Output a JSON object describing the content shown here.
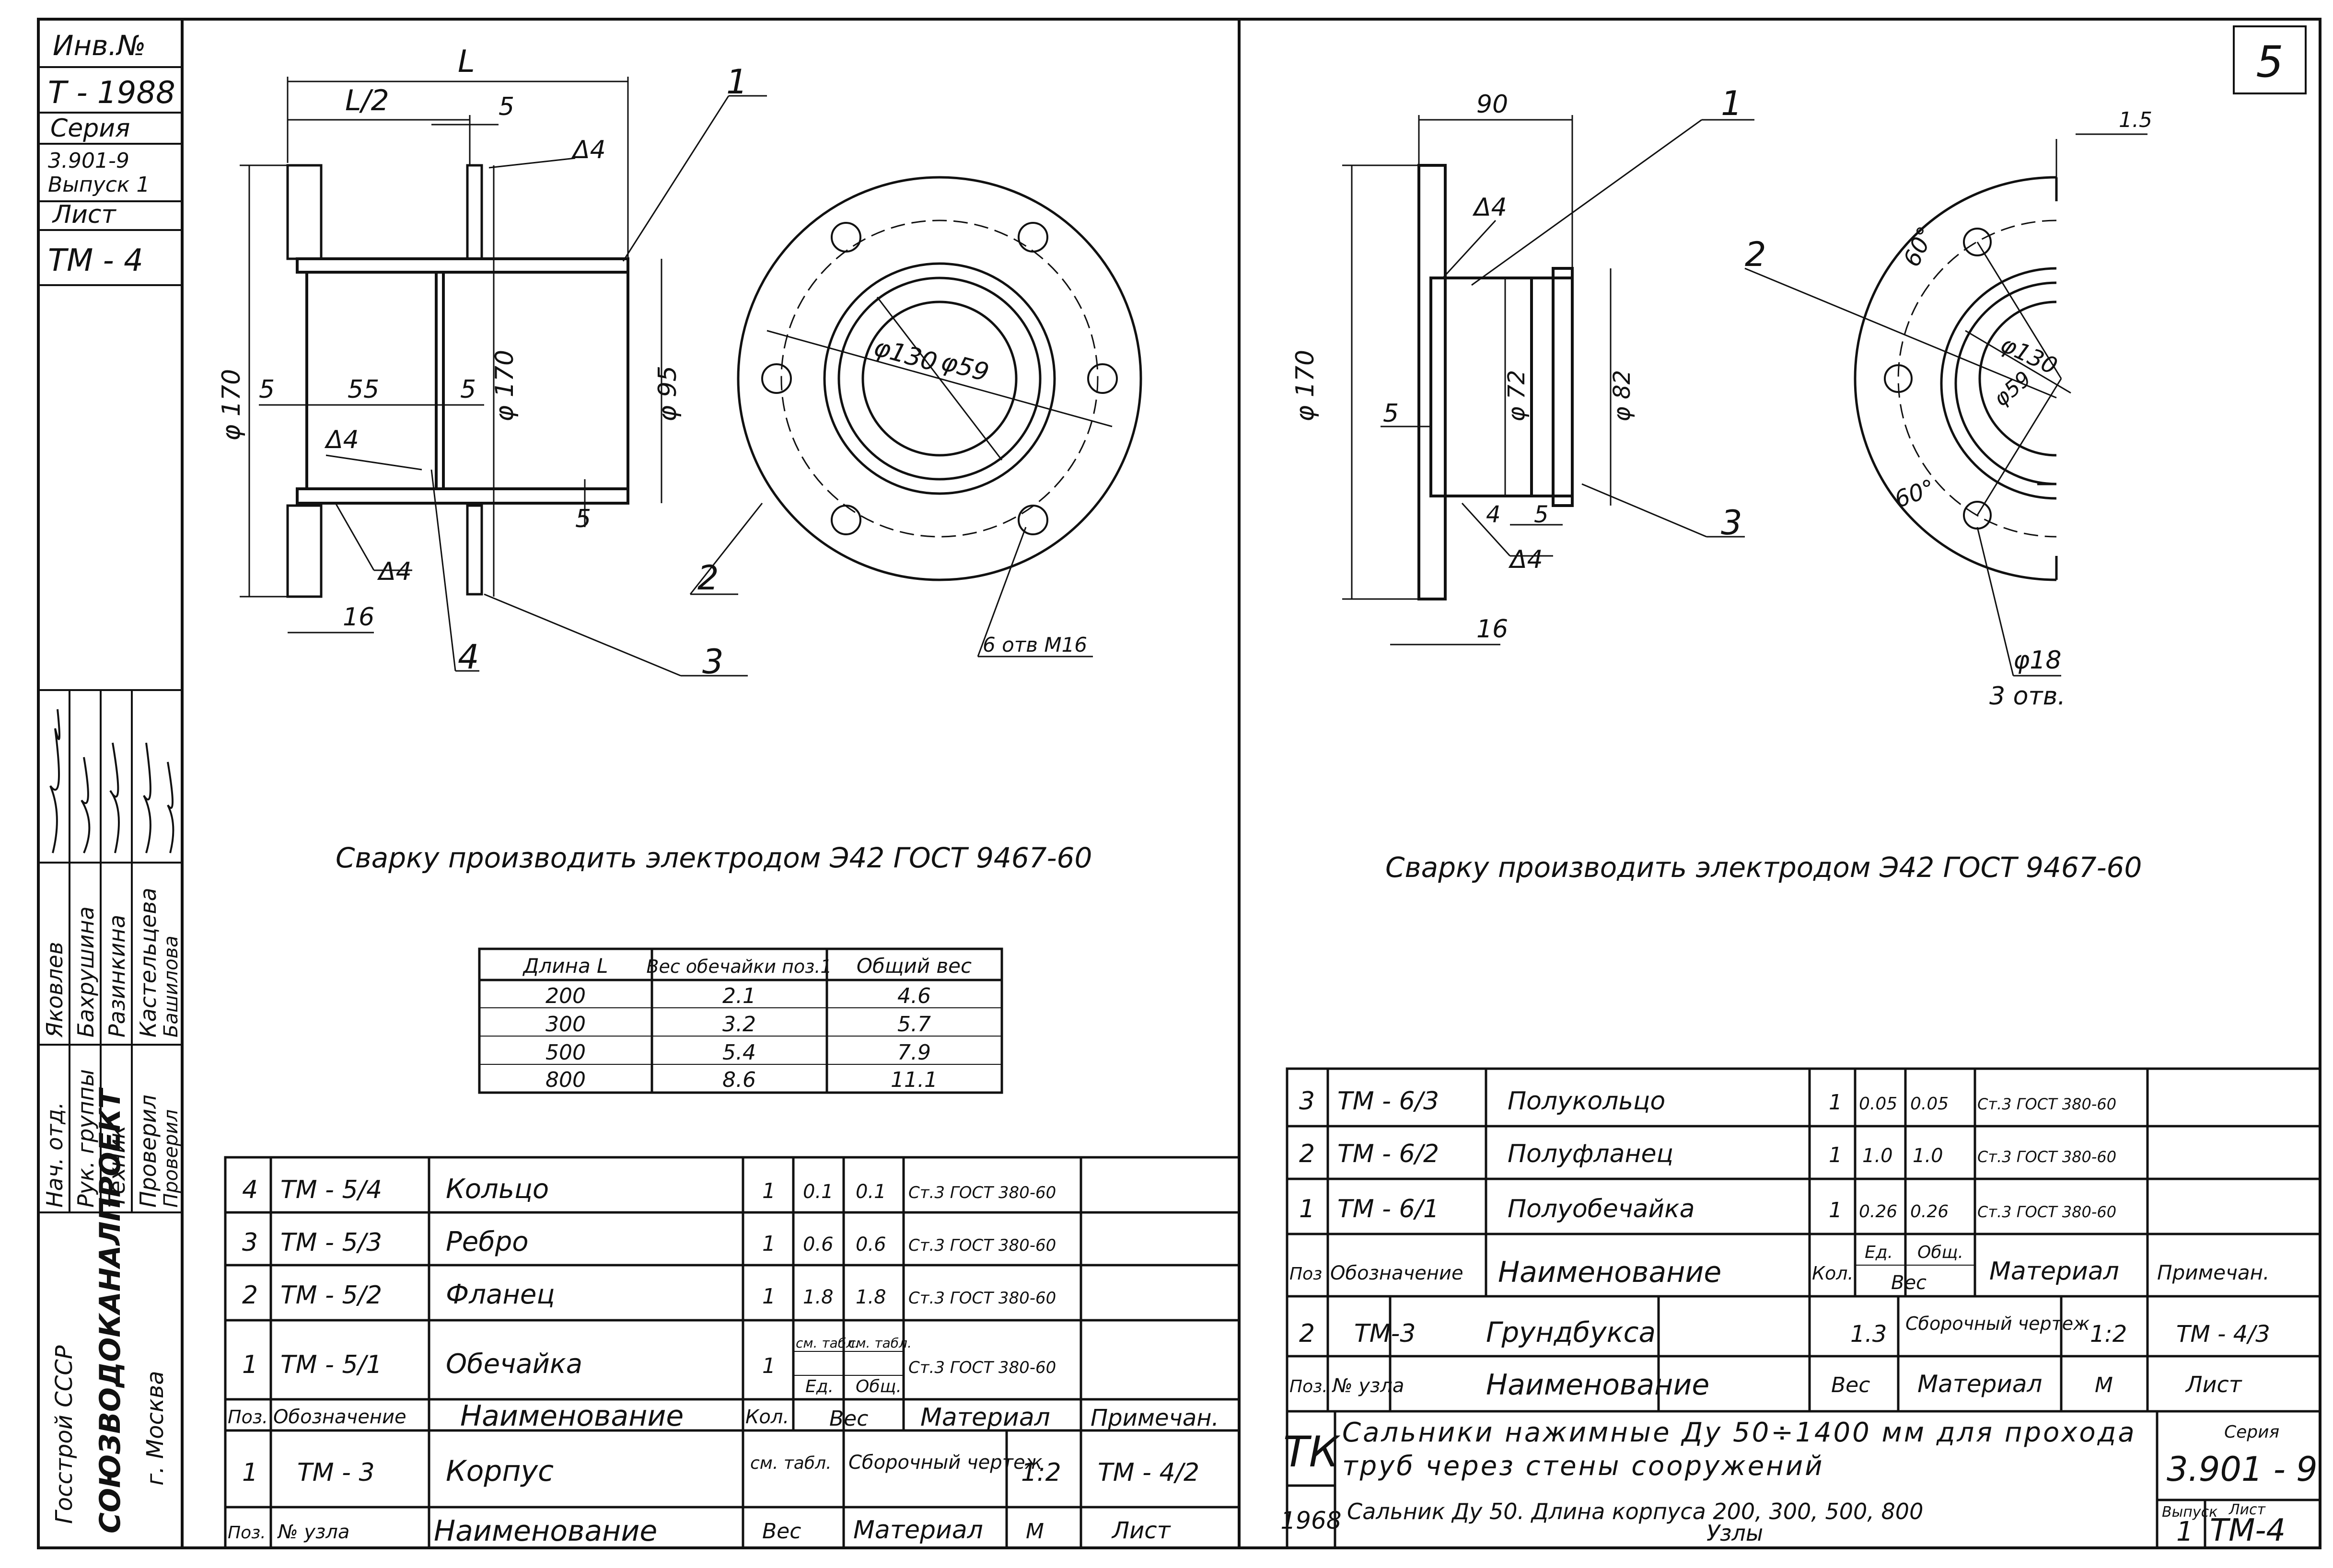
{
  "stamp_corner": "5",
  "left_strip": {
    "inv_label": "Инв.№",
    "inv_no": "Т - 1988",
    "series_label": "Серия",
    "series": "3.901-9",
    "issue": "Выпуск 1",
    "sheet_label": "Лист",
    "sheet": "ТМ - 4",
    "roles": [
      "Нач. отд.",
      "Рук. группы",
      "Техник",
      "Проверил",
      "Проверил"
    ],
    "names": [
      "Яковлев",
      "Бахрушина",
      "Разинкина",
      "Кастельцева",
      "Башилова"
    ],
    "org_name": "СОЮЗВОДОКАНАЛПРОЕКТ",
    "org_parent": "Госстрой СССР",
    "org_city": "г. Москва"
  },
  "left_drawing": {
    "dims": {
      "L": "L",
      "L_half": "L/2",
      "d5_top": "5",
      "weld_top": "Δ4",
      "d170_left": "φ 170",
      "d5_a": "5",
      "d55": "55",
      "d5_b": "5",
      "d170_mid": "φ 170",
      "d95": "φ 95",
      "weld_mid": "Δ4",
      "weld_bot": "Δ4",
      "d5_right": "5",
      "d16": "16",
      "d130": "φ130",
      "d59": "φ59",
      "holes": "6 отв М16"
    },
    "callouts": [
      "1",
      "2",
      "3",
      "4"
    ],
    "note": "Сварку производить электродом Э42 ГОСТ 9467-60"
  },
  "right_drawing": {
    "dims": {
      "d90": "90",
      "weld": "Δ4",
      "d170": "φ 170",
      "d5": "5",
      "d72": "φ 72",
      "d82": "φ 82",
      "d4": "4",
      "d5b": "5",
      "weld_bot": "Δ4",
      "d16": "16",
      "d15": "1.5",
      "ang1": "60°",
      "ang2": "60°",
      "d130": "φ130",
      "d59": "φ59",
      "d18": "φ18",
      "holes3": "3 отв."
    },
    "callouts": [
      "1",
      "2",
      "3"
    ],
    "note": "Сварку производить электродом Э42 ГОСТ 9467-60"
  },
  "weight_table": {
    "headers": [
      "Длина L",
      "Вес обечайки поз.1",
      "Общий вес"
    ],
    "rows": [
      [
        "200",
        "2.1",
        "4.6"
      ],
      [
        "300",
        "3.2",
        "5.7"
      ],
      [
        "500",
        "5.4",
        "7.9"
      ],
      [
        "800",
        "8.6",
        "11.1"
      ]
    ]
  },
  "spec_left": {
    "rows": [
      {
        "pos": "4",
        "code": "ТМ - 5/4",
        "name": "Кольцо",
        "qty": "1",
        "unit_w": "0.1",
        "total_w": "0.1",
        "material": "Ст.3 ГОСТ 380-60",
        "note": ""
      },
      {
        "pos": "3",
        "code": "ТМ - 5/3",
        "name": "Ребро",
        "qty": "1",
        "unit_w": "0.6",
        "total_w": "0.6",
        "material": "Ст.3 ГОСТ 380-60",
        "note": ""
      },
      {
        "pos": "2",
        "code": "ТМ - 5/2",
        "name": "Фланец",
        "qty": "1",
        "unit_w": "1.8",
        "total_w": "1.8",
        "material": "Ст.3 ГОСТ 380-60",
        "note": ""
      },
      {
        "pos": "1",
        "code": "ТМ - 5/1",
        "name": "Обечайка",
        "qty": "1",
        "unit_w": "см. табл.",
        "total_w": "см. табл.",
        "material": "Ст.3 ГОСТ 380-60",
        "note": ""
      }
    ],
    "header": {
      "pos": "Поз.",
      "code": "Обозначение",
      "name": "Наименование",
      "qty": "Кол.",
      "unit_w": "Ед.",
      "total_w": "Общ.",
      "weight": "Вес",
      "material": "Материал",
      "note": "Примечан."
    },
    "assembly": {
      "pos": "1",
      "code": "ТМ - 3",
      "name": "Корпус",
      "weight": "см. табл.",
      "material": "Сборочный чертеж",
      "scale": "1:2",
      "sheet": "ТМ - 4/2"
    },
    "assembly_header": {
      "pos": "Поз.",
      "code": "№ узла",
      "name": "Наименование",
      "weight": "Вес",
      "material": "Материал",
      "scale": "М",
      "sheet": "Лист"
    }
  },
  "spec_right": {
    "rows": [
      {
        "pos": "3",
        "code": "ТМ - 6/3",
        "name": "Полукольцо",
        "qty": "1",
        "unit_w": "0.05",
        "total_w": "0.05",
        "material": "Ст.3 ГОСТ 380-60",
        "note": ""
      },
      {
        "pos": "2",
        "code": "ТМ - 6/2",
        "name": "Полуфланец",
        "qty": "1",
        "unit_w": "1.0",
        "total_w": "1.0",
        "material": "Ст.3 ГОСТ 380-60",
        "note": ""
      },
      {
        "pos": "1",
        "code": "ТМ - 6/1",
        "name": "Полуобечайка",
        "qty": "1",
        "unit_w": "0.26",
        "total_w": "0.26",
        "material": "Ст.3 ГОСТ 380-60",
        "note": ""
      }
    ],
    "header": {
      "pos": "Поз",
      "code": "Обозначение",
      "name": "Наименование",
      "qty": "Кол.",
      "unit_w": "Ед.",
      "total_w": "Общ.",
      "weight": "Вес",
      "material": "Материал",
      "note": "Примечан."
    },
    "assembly": {
      "pos": "2",
      "code": "ТМ-3",
      "name": "Грундбукса",
      "weight": "1.3",
      "material": "Сборочный чертеж",
      "scale": "1:2",
      "sheet": "ТМ - 4/3"
    },
    "assembly_header": {
      "pos": "Поз.",
      "code": "№ узла",
      "name": "Наименование",
      "weight": "Вес",
      "material": "Материал",
      "scale": "М",
      "sheet": "Лист"
    }
  },
  "title_block": {
    "tk": "ТК",
    "year": "1968",
    "title": "Сальники нажимные Ду 50÷1400 мм для прохода труб через стены сооружений",
    "subtitle": "Сальник Ду 50. Длина корпуса 200, 300, 500, 800",
    "subtitle2": "Узлы",
    "series_label": "Серия",
    "series": "3.901 - 9",
    "issue_label": "Выпуск",
    "issue": "1",
    "sheet_label": "Лист",
    "sheet": "ТМ-4"
  }
}
